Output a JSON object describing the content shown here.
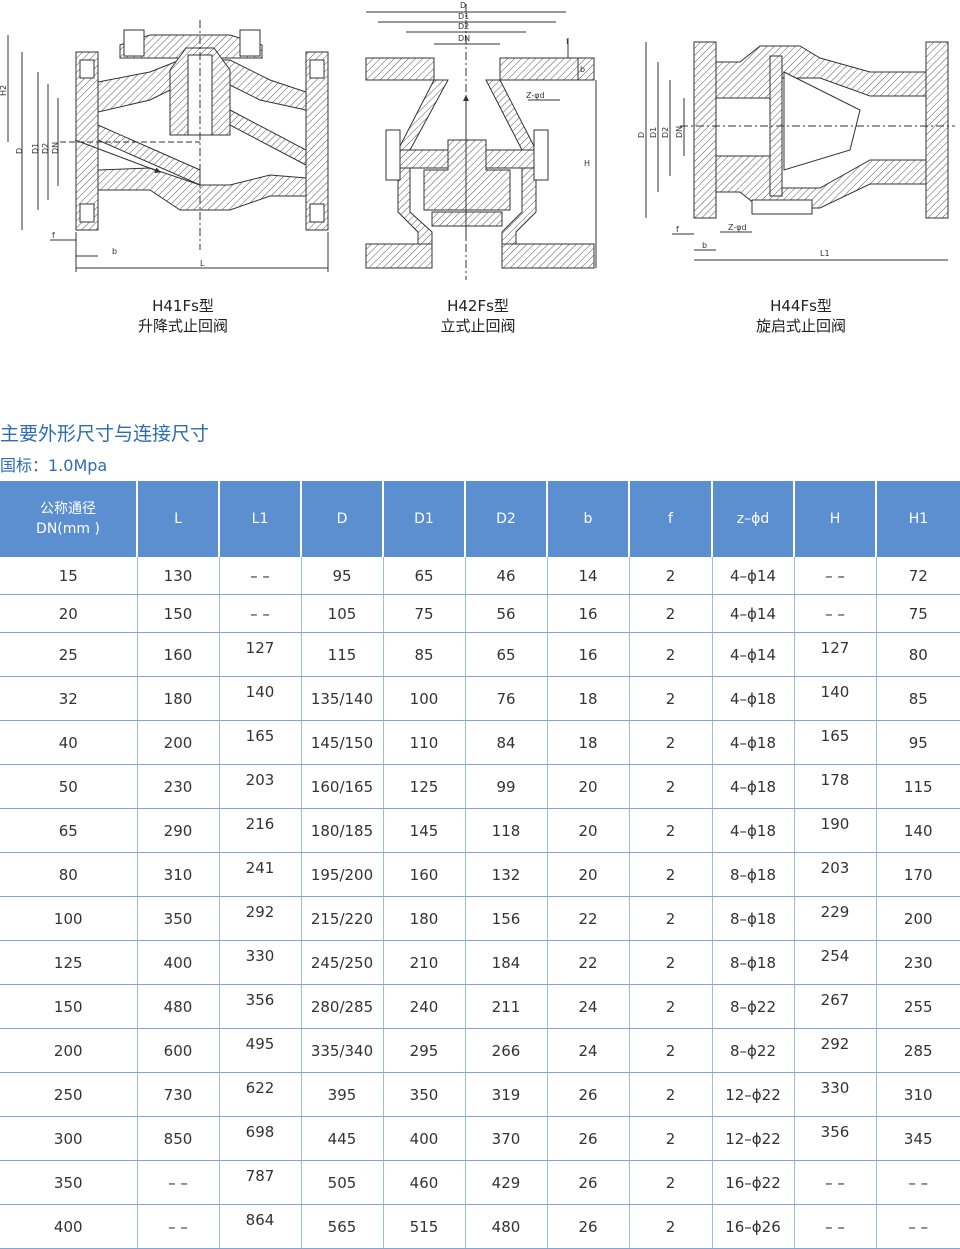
{
  "drawings": [
    {
      "model": "H41Fs型",
      "name": "升降式止回阀",
      "dims": [
        "H2",
        "D",
        "D1",
        "D2",
        "DN",
        "f",
        "b",
        "L"
      ]
    },
    {
      "model": "H42Fs型",
      "name": "立式止回阀",
      "dims": [
        "D",
        "D1",
        "D2",
        "DN",
        "f",
        "b",
        "Z-φd",
        "H"
      ]
    },
    {
      "model": "H44Fs型",
      "name": "旋启式止回阀",
      "dims": [
        "D",
        "D1",
        "D2",
        "DN",
        "f",
        "b",
        "Z-φd",
        "L1"
      ]
    }
  ],
  "section": {
    "title": "主要外形尺寸与连接尺寸",
    "standard": "国标：1.0Mpa"
  },
  "table": {
    "header_dn_line1": "公称通径",
    "header_dn_line2": "DN(mm )",
    "headers": [
      "L",
      "L1",
      "D",
      "D1",
      "D2",
      "b",
      "f",
      "z–ϕd",
      "H",
      "H1"
    ],
    "rows": [
      [
        "15",
        "130",
        "– –",
        "95",
        "65",
        "46",
        "14",
        "2",
        "4–ϕ14",
        "– –",
        "72"
      ],
      [
        "20",
        "150",
        "– –",
        "105",
        "75",
        "56",
        "16",
        "2",
        "4–ϕ14",
        "– –",
        "75"
      ],
      [
        "25",
        "160",
        "127",
        "115",
        "85",
        "65",
        "16",
        "2",
        "4–ϕ14",
        "127",
        "80"
      ],
      [
        "32",
        "180",
        "140",
        "135/140",
        "100",
        "76",
        "18",
        "2",
        "4–ϕ18",
        "140",
        "85"
      ],
      [
        "40",
        "200",
        "165",
        "145/150",
        "110",
        "84",
        "18",
        "2",
        "4–ϕ18",
        "165",
        "95"
      ],
      [
        "50",
        "230",
        "203",
        "160/165",
        "125",
        "99",
        "20",
        "2",
        "4–ϕ18",
        "178",
        "115"
      ],
      [
        "65",
        "290",
        "216",
        "180/185",
        "145",
        "118",
        "20",
        "2",
        "4–ϕ18",
        "190",
        "140"
      ],
      [
        "80",
        "310",
        "241",
        "195/200",
        "160",
        "132",
        "20",
        "2",
        "8–ϕ18",
        "203",
        "170"
      ],
      [
        "100",
        "350",
        "292",
        "215/220",
        "180",
        "156",
        "22",
        "2",
        "8–ϕ18",
        "229",
        "200"
      ],
      [
        "125",
        "400",
        "330",
        "245/250",
        "210",
        "184",
        "22",
        "2",
        "8–ϕ18",
        "254",
        "230"
      ],
      [
        "150",
        "480",
        "356",
        "280/285",
        "240",
        "211",
        "24",
        "2",
        "8–ϕ22",
        "267",
        "255"
      ],
      [
        "200",
        "600",
        "495",
        "335/340",
        "295",
        "266",
        "24",
        "2",
        "8–ϕ22",
        "292",
        "285"
      ],
      [
        "250",
        "730",
        "622",
        "395",
        "350",
        "319",
        "26",
        "2",
        "12–ϕ22",
        "330",
        "310"
      ],
      [
        "300",
        "850",
        "698",
        "445",
        "400",
        "370",
        "26",
        "2",
        "12–ϕ22",
        "356",
        "345"
      ],
      [
        "350",
        "– –",
        "787",
        "505",
        "460",
        "429",
        "26",
        "2",
        "16–ϕ22",
        "– –",
        "– –"
      ],
      [
        "400",
        "– –",
        "864",
        "565",
        "515",
        "480",
        "26",
        "2",
        "16–ϕ26",
        "– –",
        "– –"
      ]
    ]
  },
  "colors": {
    "accent": "#2d6db3",
    "header_bg": "#5b8fd0",
    "line": "#7fa6d6",
    "hatch": "#555555"
  }
}
